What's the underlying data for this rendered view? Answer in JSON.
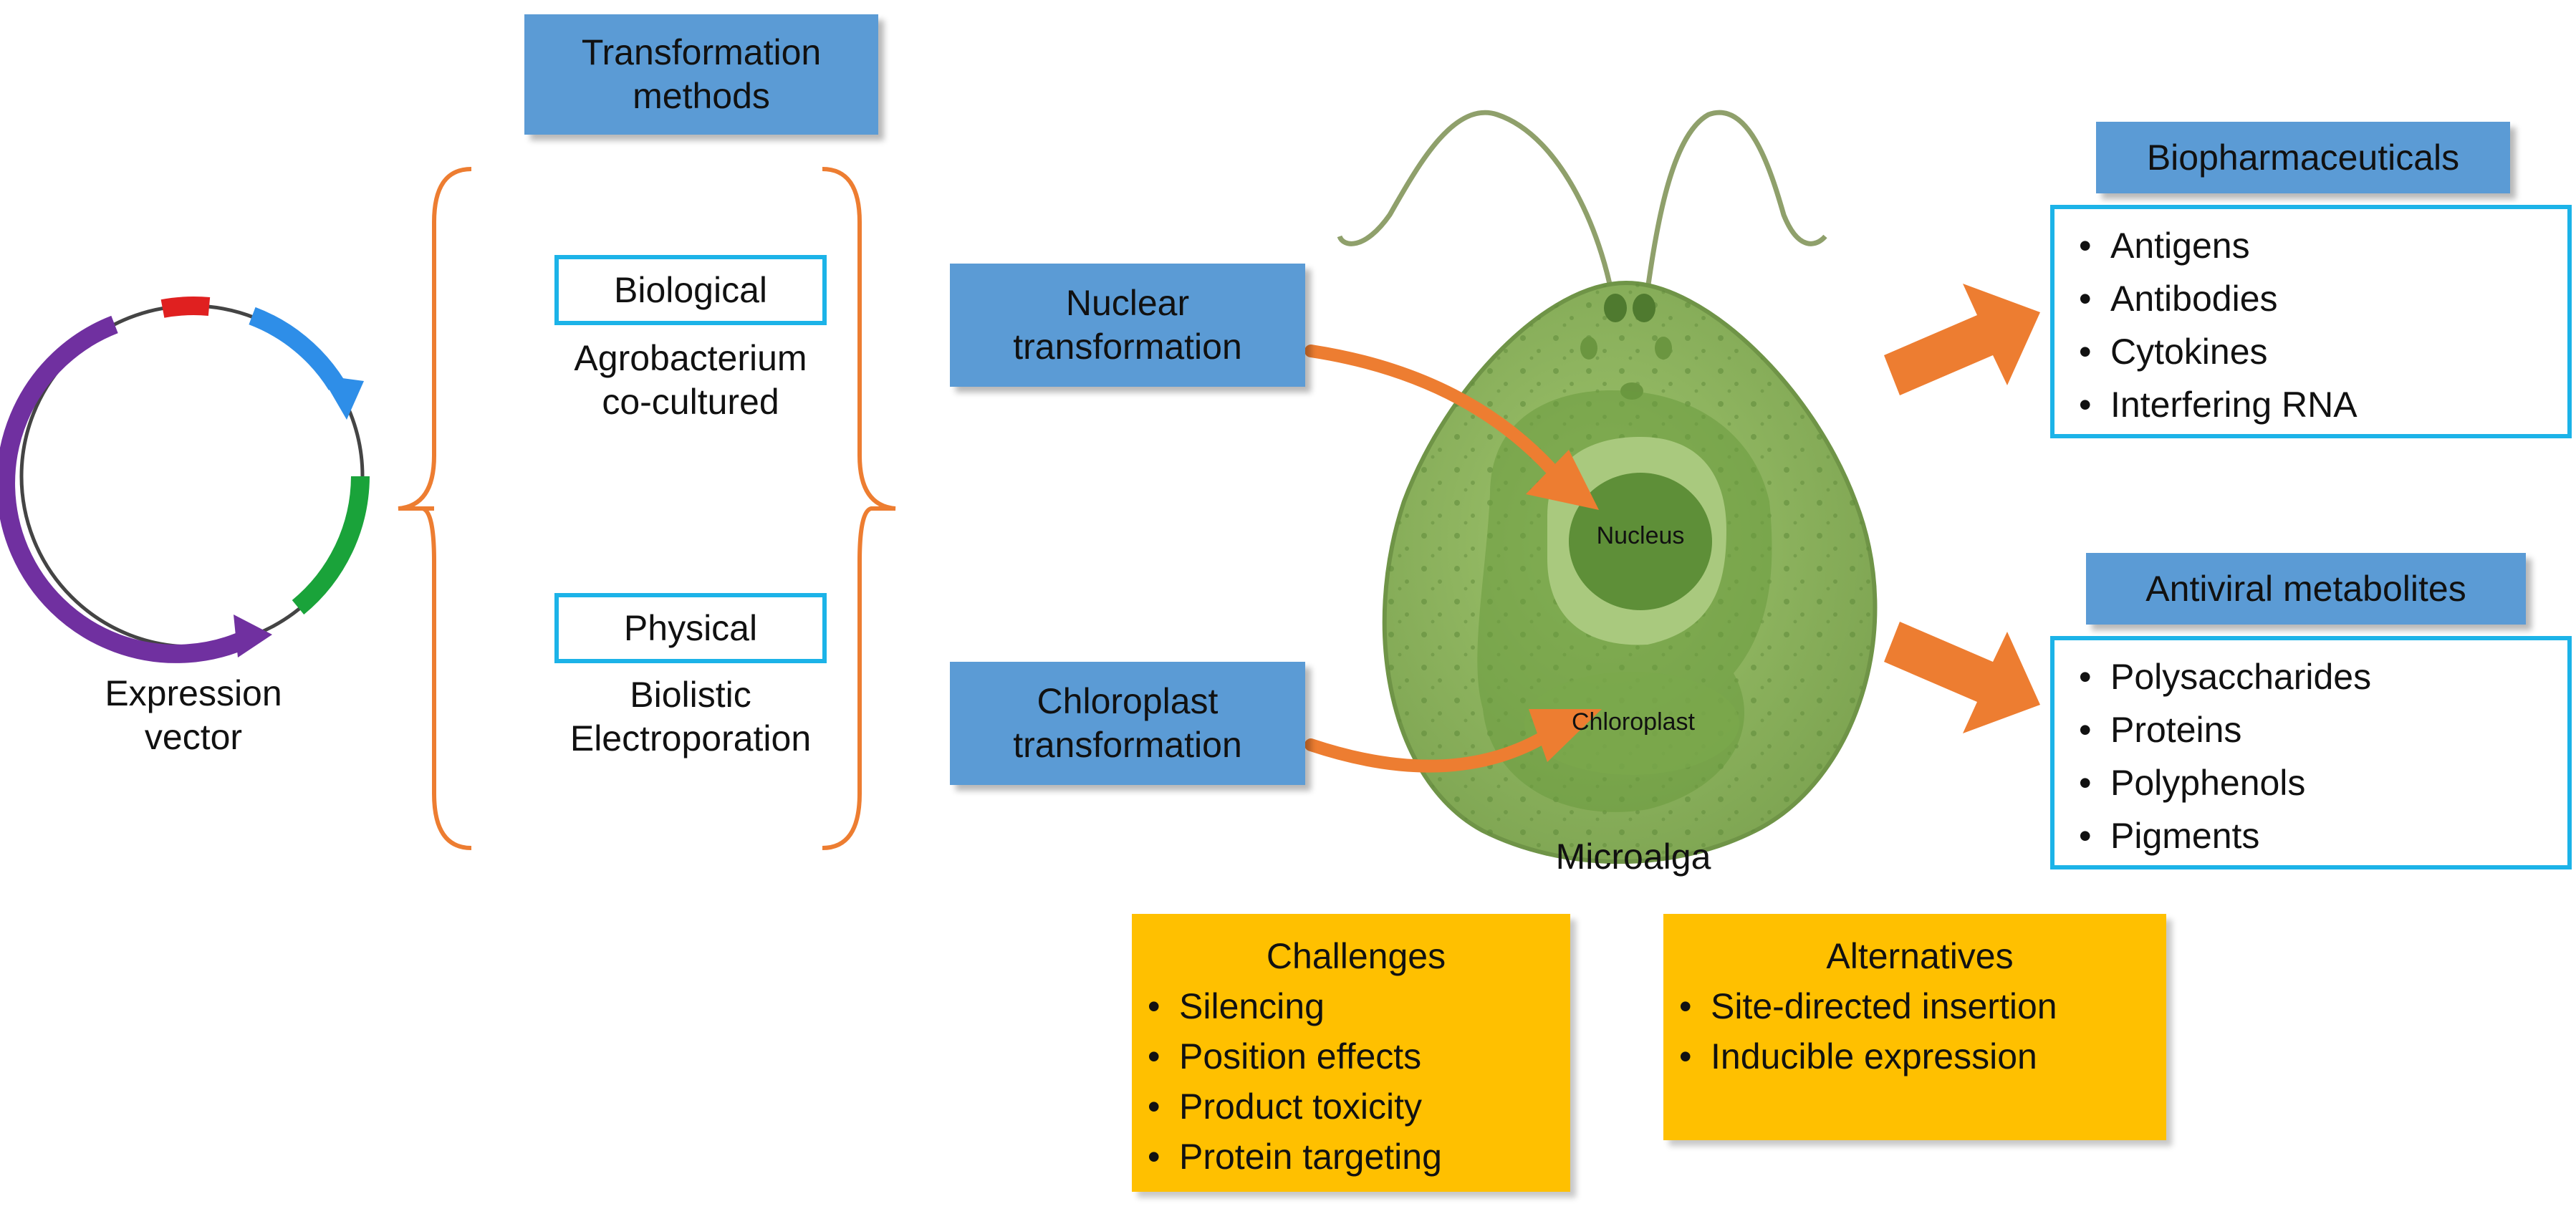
{
  "vector": {
    "label_line1": "Expression",
    "label_line2": "vector"
  },
  "methods": {
    "title_line1": "Transformation",
    "title_line2": "methods",
    "biological": {
      "label": "Biological",
      "line1": "Agrobacterium",
      "line2": "co-cultured"
    },
    "physical": {
      "label": "Physical",
      "line1": "Biolistic",
      "line2": "Electroporation"
    }
  },
  "transformations": {
    "nuclear_line1": "Nuclear",
    "nuclear_line2": "transformation",
    "chloroplast_line1": "Chloroplast",
    "chloroplast_line2": "transformation"
  },
  "cell": {
    "nucleus": "Nucleus",
    "chloroplast": "Chloroplast",
    "caption": "Microalga"
  },
  "biopharmaceuticals": {
    "title": "Biopharmaceuticals",
    "items": [
      "Antigens",
      "Antibodies",
      "Cytokines",
      "Interfering RNA"
    ]
  },
  "antiviral": {
    "title": "Antiviral metabolites",
    "items": [
      "Polysaccharides",
      "Proteins",
      "Polyphenols",
      "Pigments"
    ]
  },
  "challenges": {
    "title": "Challenges",
    "items": [
      "Silencing",
      "Position effects",
      "Product toxicity",
      "Protein targeting"
    ]
  },
  "alternatives": {
    "title": "Alternatives",
    "items": [
      "Site-directed insertion",
      "Inducible expression"
    ]
  },
  "colors": {
    "blue_box": "#5b9bd5",
    "outline": "#1cb3e8",
    "bracket": "#ed7d31",
    "arrow": "#ed7d31",
    "yellow_box": "#ffc000",
    "cell_body": "#8cb45c",
    "plasmid_purple": "#7030a0",
    "plasmid_blue": "#2e8ee8",
    "plasmid_green": "#1aa33a",
    "plasmid_red": "#e02020"
  }
}
